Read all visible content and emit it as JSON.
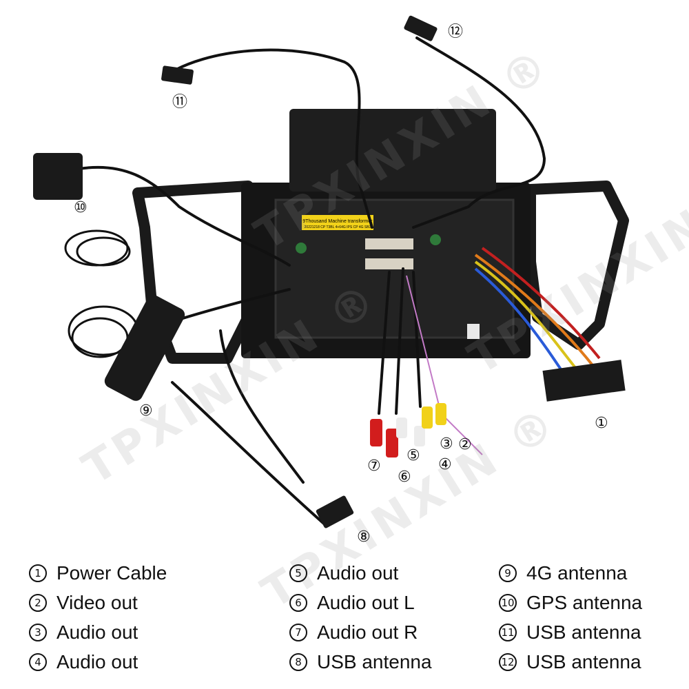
{
  "watermark": "TPXINXIN ®",
  "callouts": [
    {
      "id": "1",
      "text": "①"
    },
    {
      "id": "2",
      "text": "②"
    },
    {
      "id": "3",
      "text": "③"
    },
    {
      "id": "4",
      "text": "④"
    },
    {
      "id": "5",
      "text": "⑤"
    },
    {
      "id": "6",
      "text": "⑥"
    },
    {
      "id": "7",
      "text": "⑦"
    },
    {
      "id": "8",
      "text": "⑧"
    },
    {
      "id": "9",
      "text": "⑨"
    },
    {
      "id": "10",
      "text": "⑩"
    },
    {
      "id": "11",
      "text": "⑪"
    },
    {
      "id": "12",
      "text": "⑫"
    }
  ],
  "sticker": {
    "line1": "9Thousand Machine transformer",
    "line2": "20221218 CP T3BL 4+64G IPS CP 4G SB3"
  },
  "legend": [
    {
      "num": "1",
      "label": "Power Cable"
    },
    {
      "num": "2",
      "label": "Video out"
    },
    {
      "num": "3",
      "label": "Audio out"
    },
    {
      "num": "4",
      "label": "Audio out"
    },
    {
      "num": "5",
      "label": "Audio out"
    },
    {
      "num": "6",
      "label": "Audio out L"
    },
    {
      "num": "7",
      "label": "Audio out R"
    },
    {
      "num": "8",
      "label": "USB antenna"
    },
    {
      "num": "9",
      "label": "4G antenna"
    },
    {
      "num": "10",
      "label": "GPS antenna"
    },
    {
      "num": "11",
      "label": "USB antenna"
    },
    {
      "num": "12",
      "label": "USB antenna"
    }
  ]
}
